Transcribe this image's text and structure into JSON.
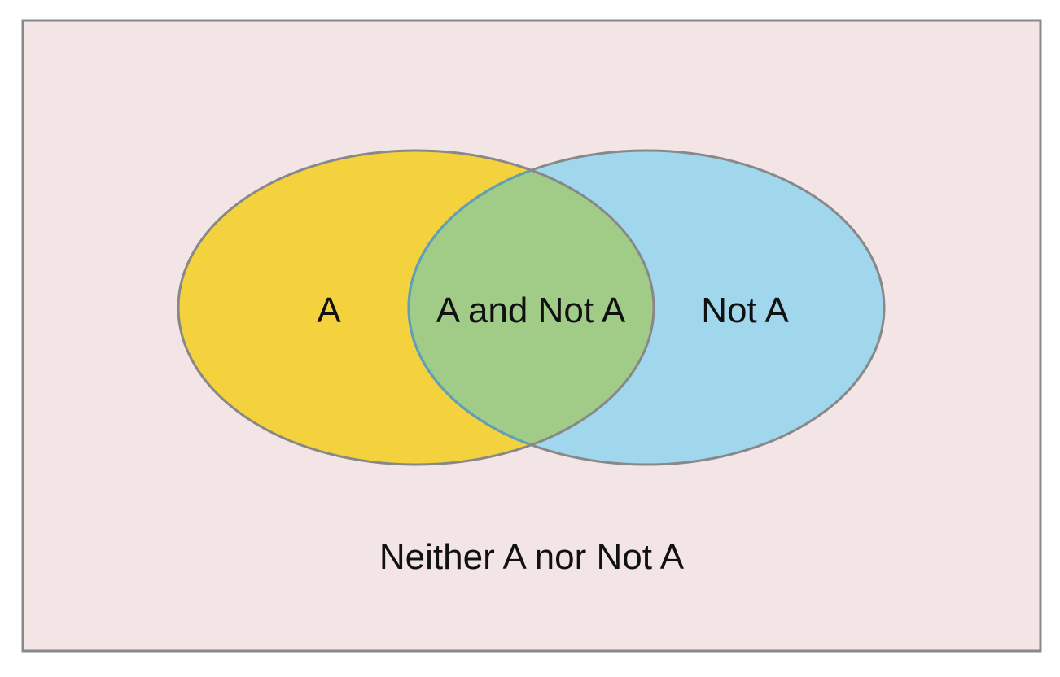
{
  "diagram": {
    "type": "venn",
    "labels": {
      "left": "A",
      "overlap": "A and Not A",
      "right": "Not A",
      "outside": "Neither A nor Not A"
    },
    "colors": {
      "background": "#f3e4e5",
      "left": "#f3d23e",
      "right": "#a0d7ed",
      "overlap": "#a0cc88",
      "border": "#888888"
    }
  }
}
